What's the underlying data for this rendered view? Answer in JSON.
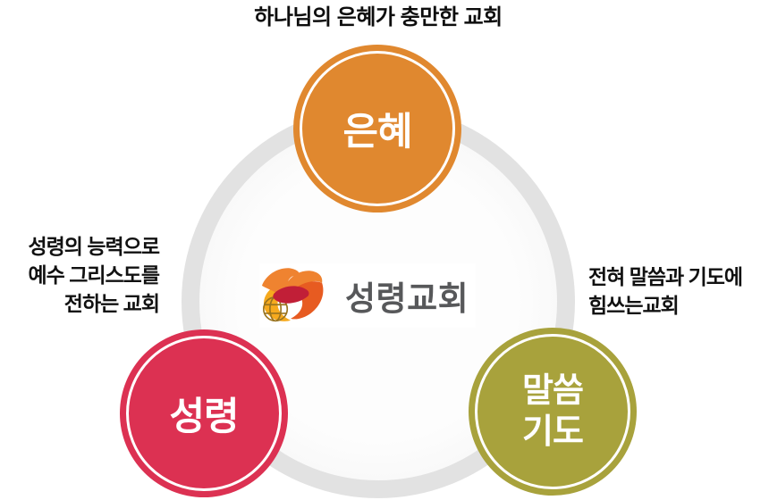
{
  "title": "하나님의 은혜가 충만한 교회",
  "logo": {
    "text": "성령교회"
  },
  "nodes": [
    {
      "id": "grace",
      "label": "은혜",
      "color": "#E0882F"
    },
    {
      "id": "holy-spirit",
      "label": "성령",
      "color": "#DC3152"
    },
    {
      "id": "word-prayer",
      "label": "말씀\n기도",
      "color": "#A8A23C"
    }
  ],
  "annotations": {
    "top": {
      "lines": [
        "하나님의 은혜가 충만한 교회"
      ]
    },
    "left": {
      "lines": [
        "성령의 능력으로",
        "예수 그리스도를",
        "전하는 교회"
      ]
    },
    "right": {
      "lines": [
        "전혀 말씀과 기도에",
        "힘쓰는교회"
      ]
    }
  },
  "colors": {
    "grace_orange": "#E0882F",
    "spirit_red": "#DC3152",
    "word_olive": "#A8A23C",
    "outer_ring_gray": "#E2E2E2",
    "logo_text_gray": "#57585A",
    "logo_mark_orange": "#EF8330",
    "logo_mark_red_orange": "#E75B21",
    "logo_mark_crimson": "#C11F37",
    "logo_mark_yellow": "#F6AA1E"
  }
}
